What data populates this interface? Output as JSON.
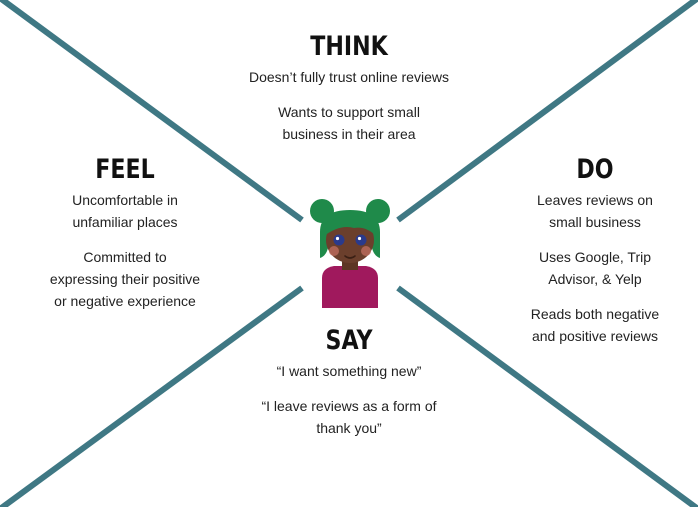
{
  "colors": {
    "line": "#3f7884",
    "hair": "#1f8a4a",
    "skin": "#6b3f2c",
    "shirt": "#a0195d",
    "eyes": "#2a3a8c",
    "cheek": "#b86a5a"
  },
  "think": {
    "heading": "THINK",
    "items": [
      "Doesn’t fully trust online reviews",
      "Wants to support small\nbusiness in their area"
    ]
  },
  "feel": {
    "heading": "FEEL",
    "items": [
      "Uncomfortable in\nunfamiliar places",
      "Committed to\nexpressing their positive\nor negative experience"
    ]
  },
  "do": {
    "heading": "DO",
    "items": [
      "Leaves reviews on\nsmall business",
      "Uses Google, Trip\nAdvisor, & Yelp",
      "Reads both negative\nand positive reviews"
    ]
  },
  "say": {
    "heading": "SAY",
    "items": [
      "“I want something new”",
      "“I leave reviews as a form of\nthank you”"
    ]
  }
}
